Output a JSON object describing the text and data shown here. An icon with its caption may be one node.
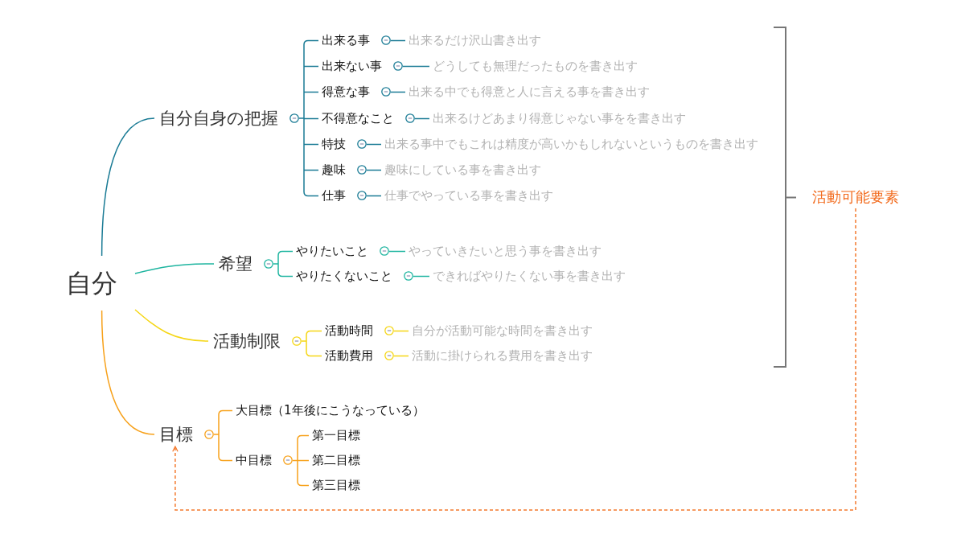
{
  "diagram": {
    "nodes": [
      {
        "text": [
          "自分"
        ]
      },
      {
        "text": [
          "自分自身の把握"
        ]
      },
      {
        "text": [
          "出来る事"
        ]
      },
      {
        "text": [
          "出来るだけ沢山書き出す"
        ]
      },
      {
        "text": [
          "出来ない事"
        ]
      },
      {
        "text": [
          "どうしても無理だったものを書き出す"
        ]
      },
      {
        "text": [
          "得意な事"
        ]
      },
      {
        "text": [
          "出来る中でも得意と人に言える事を書き出す"
        ]
      },
      {
        "text": [
          "不得意なこと"
        ]
      },
      {
        "text": [
          "出来るけどあまり得意じゃない事をを書き出す"
        ]
      },
      {
        "text": [
          "特技"
        ]
      },
      {
        "text": [
          "出来る事中でもこれは精度が高いかもしれないというものを書き出す"
        ]
      },
      {
        "text": [
          "趣味"
        ]
      },
      {
        "text": [
          "趣味にしている事を書き出す"
        ]
      },
      {
        "text": [
          "仕事"
        ]
      },
      {
        "text": [
          "仕事でやっている事を書き出す"
        ]
      },
      {
        "text": [
          "希望"
        ]
      },
      {
        "text": [
          "やりたいこと"
        ]
      },
      {
        "text": [
          "やっていきたいと思う事を書き出す"
        ]
      },
      {
        "text": [
          "やりたくないこと"
        ]
      },
      {
        "text": [
          "できればやりたくない事を書き出す"
        ]
      },
      {
        "text": [
          "活動制限"
        ]
      },
      {
        "text": [
          "活動時間"
        ]
      },
      {
        "text": [
          "自分が活動可能な時間を書き出す"
        ]
      },
      {
        "text": [
          "活動費用"
        ]
      },
      {
        "text": [
          "活動に掛けられる費用を書き出す"
        ]
      },
      {
        "text": [
          "活動可能要素"
        ]
      },
      {
        "text": [
          "目標"
        ]
      },
      {
        "text": [
          "大目標（1年後にこうなっている）"
        ]
      },
      {
        "text": [
          "中目標"
        ]
      },
      {
        "text": [
          "第一目標"
        ]
      },
      {
        "text": [
          "第二目標"
        ]
      },
      {
        "text": [
          "第三目標"
        ]
      }
    ],
    "edges": [
      {
        "from": 0,
        "to": 1,
        "arrow": "none"
      },
      {
        "from": 0,
        "to": 16,
        "arrow": "none",
        "color": "#1fb5a0"
      },
      {
        "from": 0,
        "to": 21,
        "arrow": "none",
        "color": "#f5d614"
      },
      {
        "from": 0,
        "to": 27,
        "arrow": "none",
        "color": "#f7a11a"
      },
      {
        "from": 1,
        "to": 2,
        "arrow": "none"
      },
      {
        "from": 2,
        "to": 3,
        "arrow": "none"
      },
      {
        "from": 1,
        "to": 4,
        "arrow": "none"
      },
      {
        "from": 4,
        "to": 5,
        "arrow": "none"
      },
      {
        "from": 1,
        "to": 6,
        "arrow": "none"
      },
      {
        "from": 6,
        "to": 7,
        "arrow": "none"
      },
      {
        "from": 1,
        "to": 8,
        "arrow": "none"
      },
      {
        "from": 8,
        "to": 9,
        "arrow": "none"
      },
      {
        "from": 1,
        "to": 10,
        "arrow": "none"
      },
      {
        "from": 10,
        "to": 11,
        "arrow": "none"
      },
      {
        "from": 1,
        "to": 12,
        "arrow": "none"
      },
      {
        "from": 12,
        "to": 13,
        "arrow": "none"
      },
      {
        "from": 1,
        "to": 14,
        "arrow": "none"
      },
      {
        "from": 14,
        "to": 15,
        "arrow": "none"
      },
      {
        "from": 16,
        "to": 17,
        "arrow": "none",
        "color": "#1fb5a0"
      },
      {
        "from": 17,
        "to": 18,
        "arrow": "none",
        "color": "#1fb5a0"
      },
      {
        "from": 16,
        "to": 19,
        "arrow": "none",
        "color": "#1fb5a0"
      },
      {
        "from": 19,
        "to": 20,
        "arrow": "none",
        "color": "#1fb5a0"
      },
      {
        "from": 21,
        "to": 22,
        "arrow": "none",
        "color": "#f5d614"
      },
      {
        "from": 22,
        "to": 23,
        "arrow": "none",
        "color": "#f5d614"
      },
      {
        "from": 21,
        "to": 24,
        "arrow": "none",
        "color": "#f5d614"
      },
      {
        "from": 24,
        "to": 25,
        "arrow": "none",
        "color": "#f5d614"
      },
      {
        "from": 27,
        "to": 28,
        "arrow": "none",
        "color": "#f7a11a"
      },
      {
        "from": 27,
        "to": 29,
        "arrow": "none",
        "color": "#f7a11a"
      },
      {
        "from": 29,
        "to": 30,
        "arrow": "none",
        "color": "#f7a11a"
      },
      {
        "from": 29,
        "to": 31,
        "arrow": "none",
        "color": "#f7a11a"
      },
      {
        "from": 29,
        "to": 32,
        "arrow": "none",
        "color": "#f7a11a"
      },
      {
        "from": 26,
        "to": 27,
        "arrow": "to",
        "style": "dashed",
        "color": "#f47a2e"
      }
    ]
  }
}
